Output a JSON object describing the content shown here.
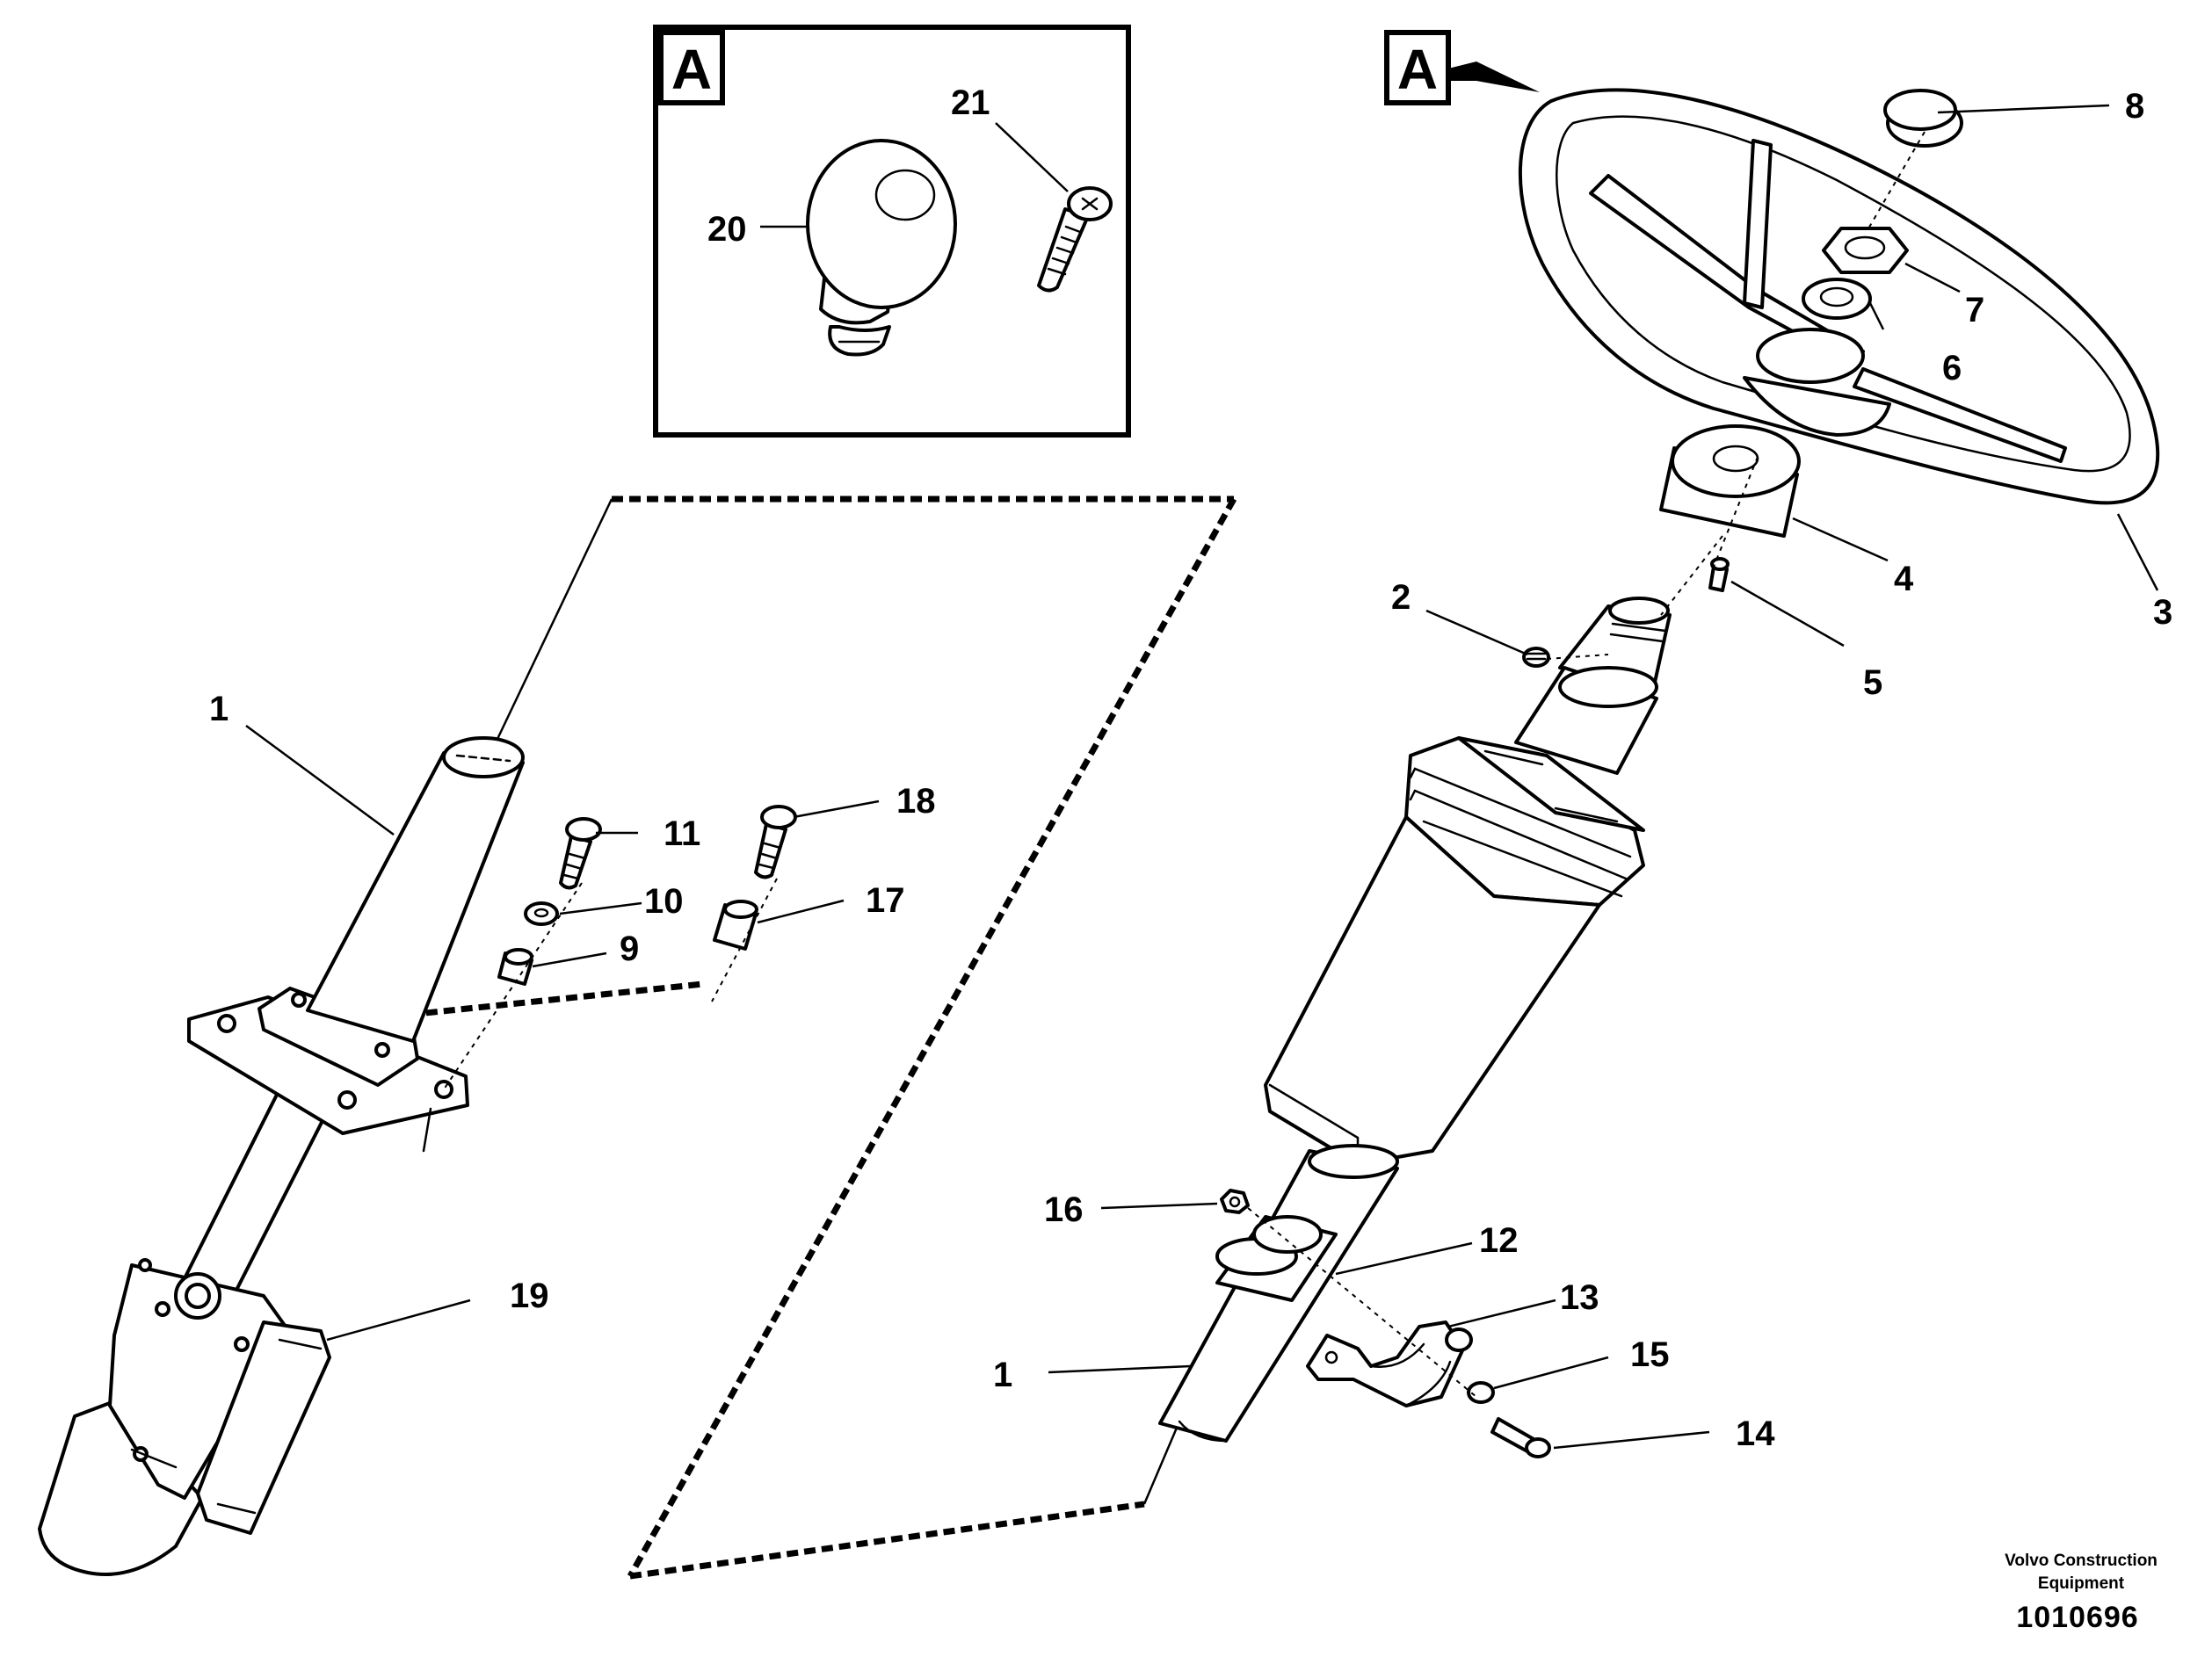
{
  "inset": {
    "view_letter": "A",
    "labels": {
      "knob": "20",
      "screw": "21"
    }
  },
  "main_view": {
    "view_letter": "A",
    "labels": {
      "column_right": "1",
      "set_screw": "2",
      "steering_wheel": "3",
      "hub": "4",
      "hub_screw": "5",
      "washer": "6",
      "nut": "7",
      "center_cap": "8",
      "clamp_strap": "12",
      "clamp": "13",
      "clamp_bolt": "14",
      "clamp_washer": "15",
      "clamp_nut": "16"
    }
  },
  "left_assembly": {
    "labels": {
      "column_left": "1",
      "spacer_sleeve": "9",
      "lock_washer": "10",
      "bolt_upper": "11",
      "spacer_sleeve_2": "17",
      "bolt_2": "18",
      "steering_unit": "19"
    }
  },
  "footer": {
    "credit_line1": "Volvo Construction",
    "credit_line2": "Equipment",
    "drawing_number": "1010696"
  }
}
